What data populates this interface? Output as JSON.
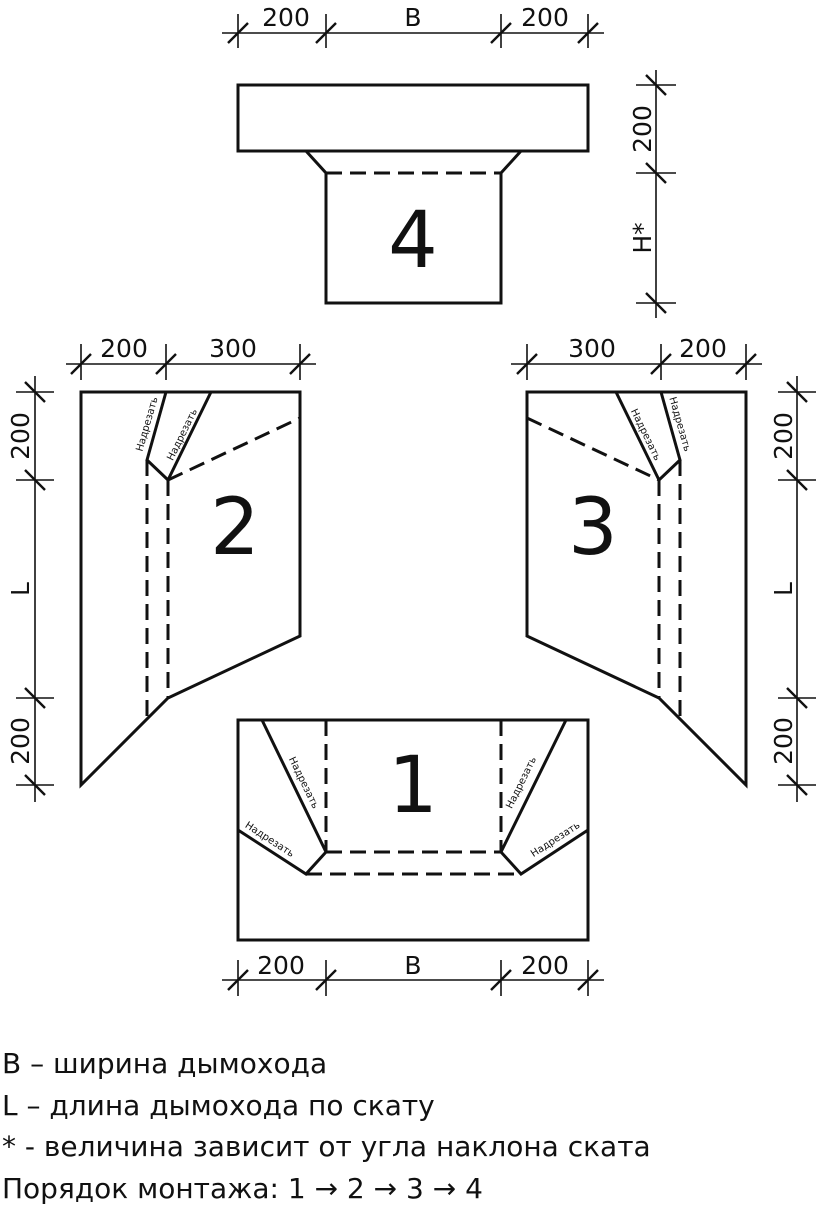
{
  "colors": {
    "line": "#111111",
    "background": "#ffffff"
  },
  "dimensions": {
    "top": {
      "left": "200",
      "mid": "B",
      "right": "200"
    },
    "bottom": {
      "left": "200",
      "mid": "B",
      "right": "200"
    },
    "piece4_right": {
      "upper": "200",
      "lower": "H*"
    },
    "piece2_top": {
      "left": "200",
      "right": "300"
    },
    "piece3_top": {
      "left": "300",
      "right": "200"
    },
    "left_side": {
      "upper": "200",
      "mid": "L",
      "lower": "200"
    },
    "right_side": {
      "upper": "200",
      "mid": "L",
      "lower": "200"
    }
  },
  "pieces": {
    "p1": "1",
    "p2": "2",
    "p3": "3",
    "p4": "4"
  },
  "cut_label": "Надрезать",
  "legend": [
    "B – ширина дымохода",
    "L – длина дымохода по скату",
    "* - величина зависит от угла наклона ската",
    "Порядок монтажа: 1 → 2 → 3 → 4"
  ]
}
